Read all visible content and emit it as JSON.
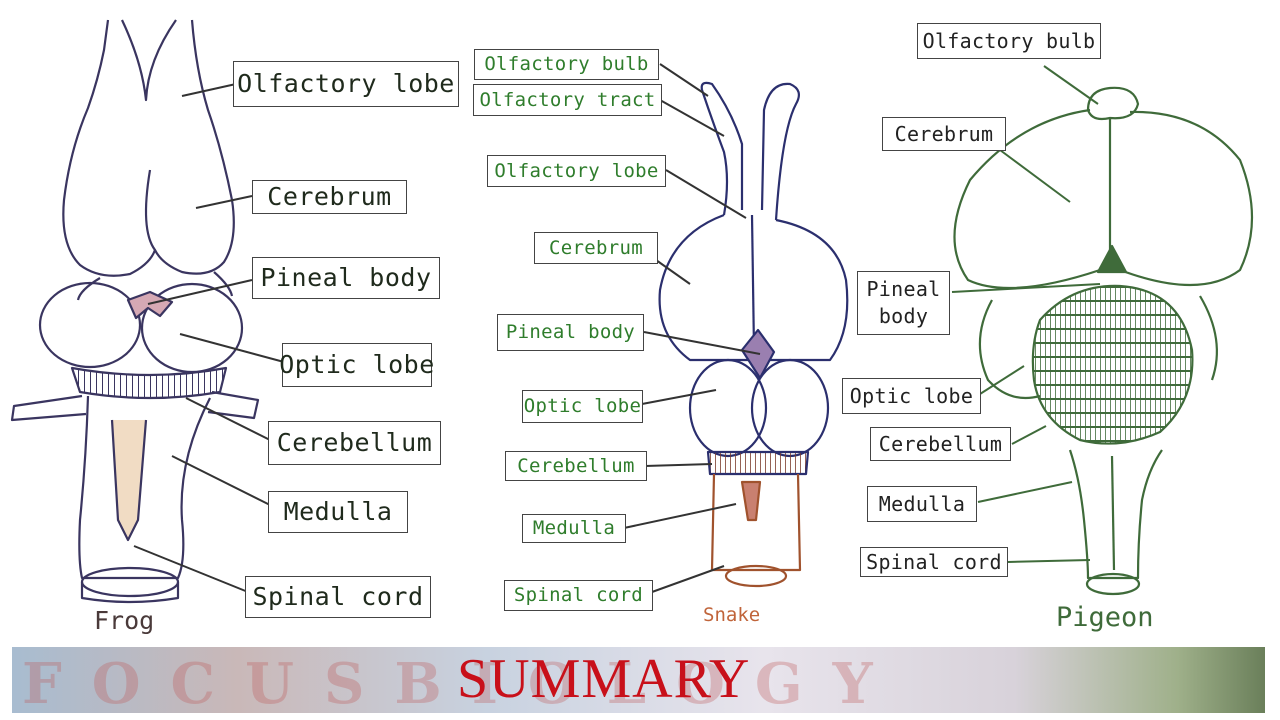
{
  "frog": {
    "caption": "Frog",
    "labels": {
      "olfactory_lobe": "Olfactory lobe",
      "cerebrum": "Cerebrum",
      "pineal_body": "Pineal body",
      "optic_lobe": "Optic lobe",
      "cerebellum": "Cerebellum",
      "medulla": "Medulla",
      "spinal_cord": "Spinal cord"
    }
  },
  "snake": {
    "caption": "Snake",
    "labels": {
      "olfactory_bulb": "Olfactory bulb",
      "olfactory_tract": "Olfactory tract",
      "olfactory_lobe": "Olfactory lobe",
      "cerebrum": "Cerebrum",
      "pineal_body": "Pineal body",
      "optic_lobe": "Optic lobe",
      "cerebellum": "Cerebellum",
      "medulla": "Medulla",
      "spinal_cord": "Spinal cord"
    }
  },
  "pigeon": {
    "caption": "Pigeon",
    "labels": {
      "olfactory_bulb": "Olfactory bulb",
      "cerebrum": "Cerebrum",
      "pineal_body": "Pineal body",
      "optic_lobe": "Optic lobe",
      "cerebellum": "Cerebellum",
      "medulla": "Medulla",
      "spinal_cord": "Spinal cord"
    }
  },
  "banner": {
    "title": "SUMMARY",
    "watermark": "FOCUSBIOLOGY"
  },
  "colors": {
    "frog_outline": "#3a3560",
    "snake_outline": "#2b2f6e",
    "pigeon_outline": "#3f6b3a",
    "snake_label_text": "#2f7d2c",
    "snake_caption": "#c0643a",
    "pigeon_caption": "#3f6b3a",
    "banner_title": "#c8101a"
  }
}
